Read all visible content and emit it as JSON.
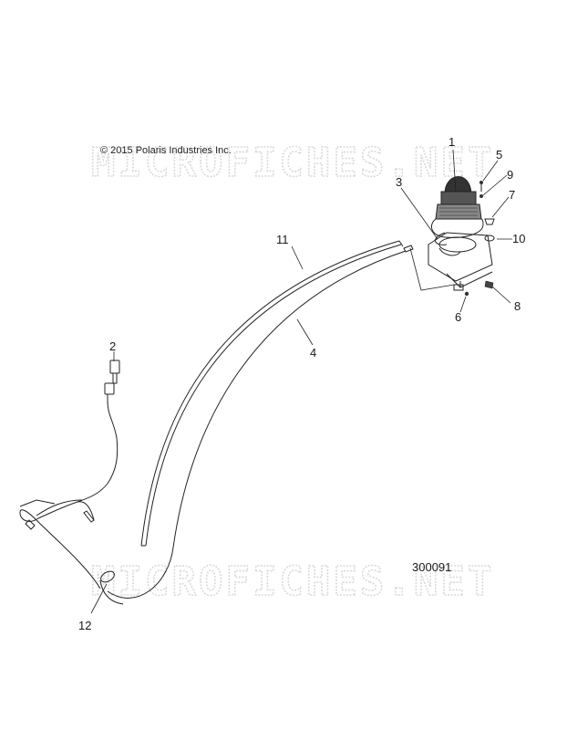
{
  "copyright": "© 2015 Polaris Industries Inc.",
  "drawing_number": "300091",
  "watermark_top": "MICROFICHES.NET",
  "watermark_bottom": "MICROFICHES.NET",
  "callouts": {
    "c1": "1",
    "c2": "2",
    "c3": "3",
    "c4": "4",
    "c5": "5",
    "c6": "6",
    "c7": "7",
    "c8": "8",
    "c9": "9",
    "c10": "10",
    "c11": "11",
    "c12": "12"
  },
  "colors": {
    "line": "#222222",
    "watermark": "#d9d9d9",
    "background": "#ffffff"
  }
}
